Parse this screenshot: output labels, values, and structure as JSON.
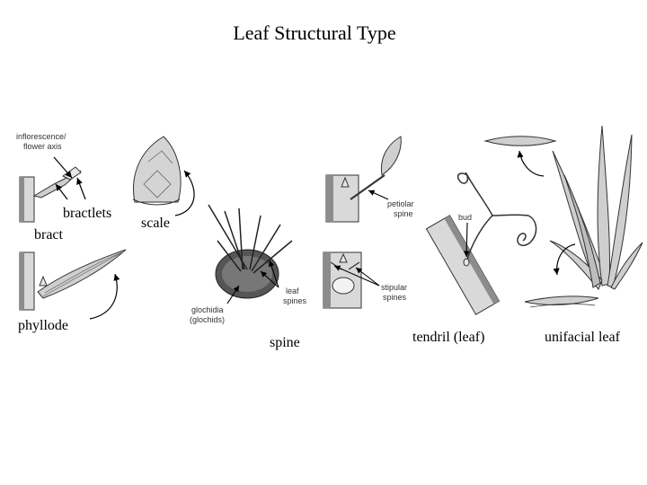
{
  "title": "Leaf Structural Type",
  "labels": {
    "bractlets": "bractlets",
    "bract": "bract",
    "scale": "scale",
    "phyllode": "phyllode",
    "spine": "spine",
    "tendril": "tendril (leaf)",
    "unifacial": "unifacial leaf"
  },
  "small_labels": {
    "inflorescence_line1": "inflorescence/",
    "inflorescence_line2": "flower axis",
    "petiolar_line1": "petiolar",
    "petiolar_line2": "spine",
    "stipular_line1": "stipular",
    "stipular_line2": "spines",
    "leaf_spines_line1": "leaf",
    "leaf_spines_line2": "spines",
    "glochidia_line1": "glochidia",
    "glochidia_line2": "(glochids)",
    "bud": "bud"
  },
  "colors": {
    "stem_fill": "#d9d9d9",
    "stem_shade": "#8c8c8c",
    "leaf_fill": "#cfcfcf",
    "stroke": "#333333",
    "pad_fill": "#555555"
  }
}
